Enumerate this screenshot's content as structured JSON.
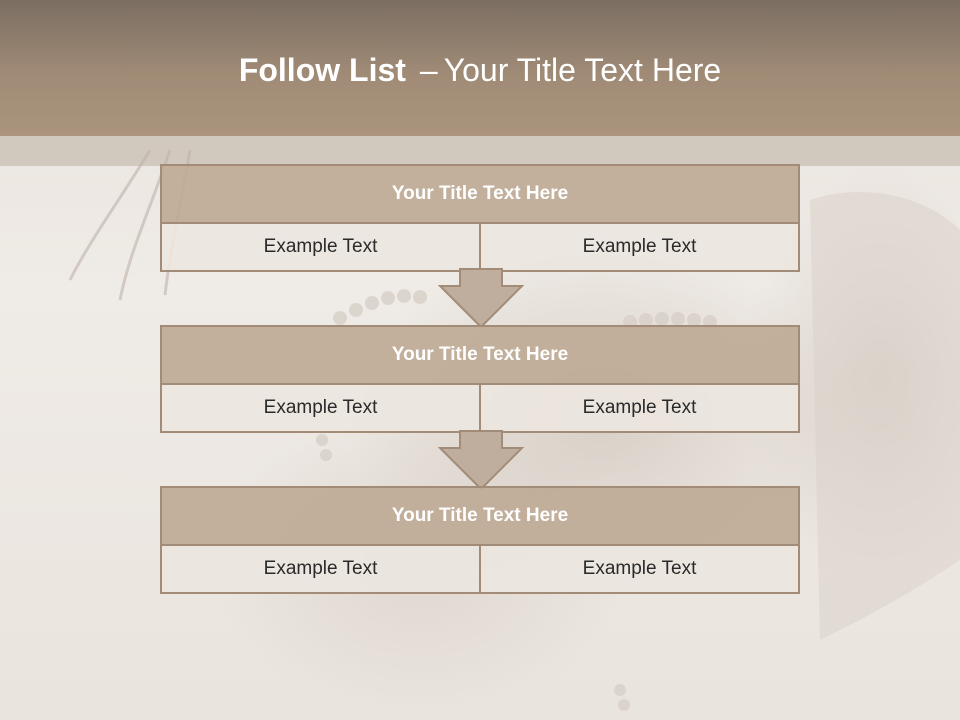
{
  "slide": {
    "title_bold": "Follow List",
    "title_separator": "–",
    "title_rest": "Your Title Text Here"
  },
  "blocks": [
    {
      "title": "Your Title Text Here",
      "left": "Example Text",
      "right": "Example Text"
    },
    {
      "title": "Your Title Text Here",
      "left": "Example Text",
      "right": "Example Text"
    },
    {
      "title": "Your Title Text Here",
      "left": "Example Text",
      "right": "Example Text"
    }
  ],
  "colors": {
    "header": "#a08b76",
    "block_title": "#bea996",
    "border": "#a28c78",
    "cell": "#ece6e0",
    "arrow": "#bfae9d"
  },
  "icons": [
    "down-arrow-icon",
    "down-arrow-icon"
  ]
}
